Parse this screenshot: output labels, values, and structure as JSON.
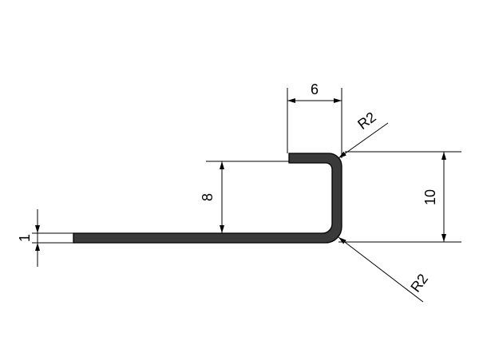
{
  "drawing": {
    "colors": {
      "background": "#ffffff",
      "profile_fill": "#3a3a3a",
      "lines": "#000000"
    },
    "dimensions": {
      "top_width": "6",
      "inner_height": "8",
      "total_height": "10",
      "thickness": "1",
      "radius_top": "R2",
      "radius_bottom": "R2"
    }
  }
}
